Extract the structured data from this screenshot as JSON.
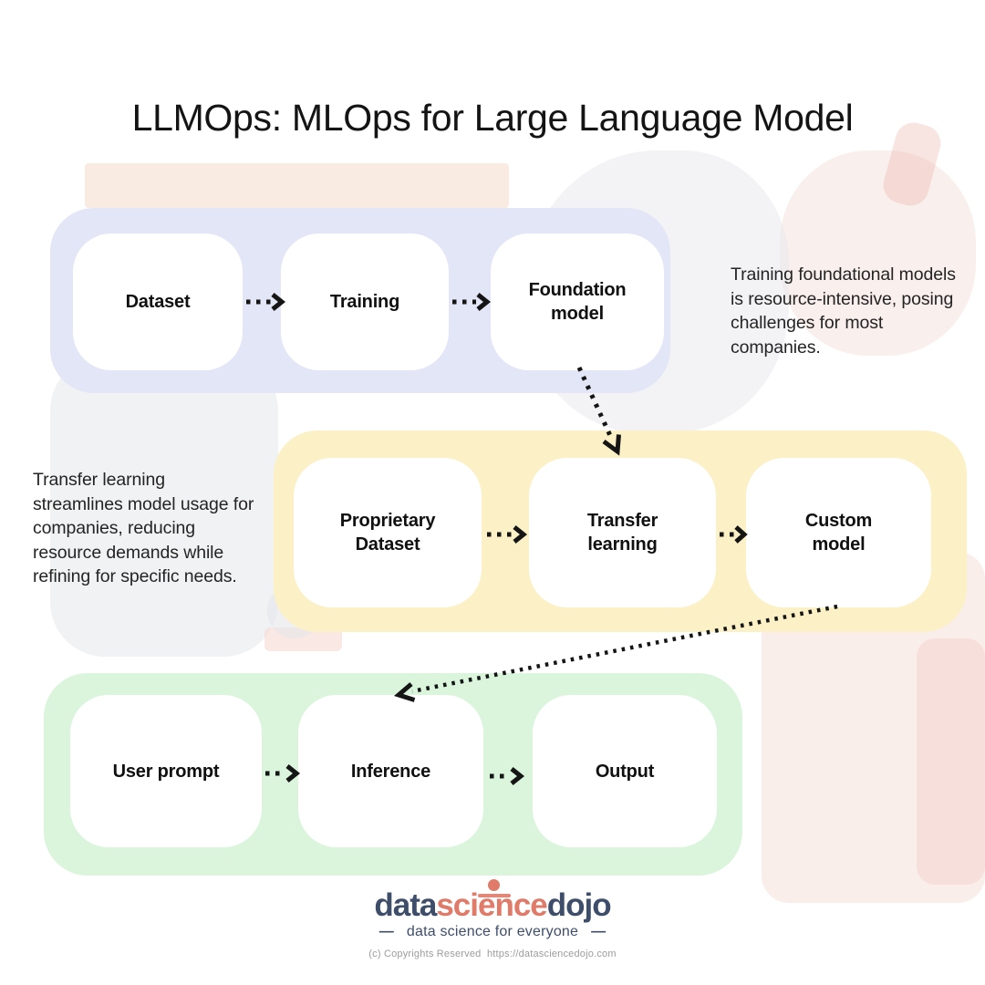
{
  "title": "LLMOps: MLOps for Large Language Model",
  "rows": [
    {
      "name": "foundation-model-pipeline",
      "bg": "#E3E6F7",
      "boxes": [
        "Dataset",
        "Training",
        "Foundation\nmodel"
      ]
    },
    {
      "name": "transfer-learning-pipeline",
      "bg": "#FBF0C6",
      "boxes": [
        "Proprietary\nDataset",
        "Transfer\nlearning",
        "Custom\nmodel"
      ]
    },
    {
      "name": "inference-pipeline",
      "bg": "#DBF5DD",
      "boxes": [
        "User prompt",
        "Inference",
        "Output"
      ]
    }
  ],
  "notes": {
    "right": "Training foundational models\nis resource-intensive, posing\nchallenges for most\ncompanies.",
    "left": "Transfer learning\nstreamlines model usage for\ncompanies, reducing\nresource demands while\nrefining for specific needs."
  },
  "footer": {
    "logo_part1": "data",
    "logo_part2": "science",
    "logo_part3": "dojo",
    "dash": "—",
    "tagline": "data science for everyone",
    "copyright": "(c) Copyrights Reserved  https://datasciencedojo.com"
  },
  "colors": {
    "row1_bg": "#E3E6F7",
    "row2_bg": "#FBF0C6",
    "row3_bg": "#DBF5DD",
    "box_bg": "#FFFFFF",
    "arrow": "#151515",
    "logo_navy": "#3E4E6A",
    "logo_salmon": "#E07A69"
  }
}
